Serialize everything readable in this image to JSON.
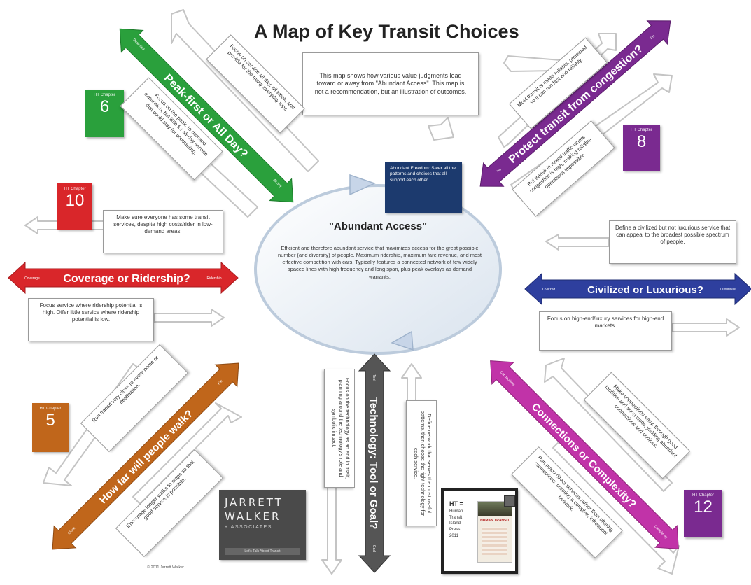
{
  "title": "A Map of Key Transit Choices",
  "intro": "This map shows how various value judgments lead toward or away from \"Abundant Access\". This map is not a recommendation, but an illustration of outcomes.",
  "center": {
    "heading": "\"Abundant Access\"",
    "body": "Efficient and therefore abundant service that maximizes access for the great possible number (and diversity) of people. Maximum ridership, maximum fare revenue, and most effective competition with cars. Typically features a connected network of few widely spaced lines with high frequency and long span, plus peak overlays as demand warrants.",
    "note": "Abundant Freedom: Steer all the patterns and choices that all support each other"
  },
  "colors": {
    "green": "#2aa03c",
    "purple": "#7a2a90",
    "red": "#d9262a",
    "blue": "#2e3f9e",
    "orange": "#c0661b",
    "gray": "#555555",
    "magenta": "#c133a8",
    "navy": "#1c3a6e"
  },
  "choices": {
    "peak": {
      "label": "Peak-first or All Day?",
      "end_a": "Peak-first",
      "end_b": "All day",
      "chapter_label": "HT Chapter",
      "chapter": "6",
      "box_a": "Focus on the peak, to demand expansion, but little for all-day service that could stay for commuting.",
      "box_b": "Focus on service all day, all week, and provide for the many everyday trips."
    },
    "congestion": {
      "label": "Protect transit from congestion?",
      "end_a": "Yes",
      "end_b": "No",
      "chapter_label": "HT Chapter",
      "chapter": "8",
      "box_a": "Most transit is made reliable, protected so it can run fast and reliably.",
      "box_b": "But transit in mixed traffic where congestion is high, making reliable operations impossible."
    },
    "coverage": {
      "label": "Coverage or Ridership?",
      "end_a": "Coverage",
      "end_b": "Ridership",
      "chapter_label": "HT Chapter",
      "chapter": "10",
      "box_a": "Make sure everyone has some transit services, despite high costs/rider in low-demand areas.",
      "box_b": "Focus service where ridership potential is high. Offer little service where ridership potential is low."
    },
    "civilized": {
      "label": "Civilized or Luxurious?",
      "end_a": "Civilized",
      "end_b": "Luxurious",
      "box_a": "Define a civilized but not luxurious service that can appeal to the broadest possible spectrum of people.",
      "box_b": "Focus on high-end/luxury services for high-end markets."
    },
    "walk": {
      "label": "How far will people walk?",
      "end_a": "Far",
      "end_b": "Close",
      "chapter_label": "HT Chapter",
      "chapter": "5",
      "box_a": "Run transit very close to every home or destination.",
      "box_b": "Encourage longer walks to stops so that good service is possible."
    },
    "technology": {
      "label": "Technology: Tool or Goal?",
      "end_a": "Tool",
      "end_b": "Goal",
      "box_a": "Focus on the technology as an end in itself, planning around the technology's role and symbolic impact.",
      "box_b": "Define network that serves the most useful patterns, then choose the right technology for each service."
    },
    "connections": {
      "label": "Connections or Complexity?",
      "end_a": "Connections",
      "end_b": "Complexity",
      "chapter_label": "HT Chapter",
      "chapter": "12",
      "box_a": "Make connections easy, through good facilities and short waits, yielding abundant connections and choices.",
      "box_b": "Run many direct services rather than offering connections, creating a complex, infrequent network."
    }
  },
  "logo": {
    "line1": "JARRETT",
    "line2": "WALKER",
    "line3": "+ ASSOCIATES",
    "tag": "Let's Talk About Transit"
  },
  "book": {
    "lines": [
      "HT =",
      "Human",
      "Transit",
      "Island",
      "Press",
      "2011"
    ],
    "cover": "HUMAN TRANSIT"
  },
  "credit": "© 2011 Jarrett Walker"
}
